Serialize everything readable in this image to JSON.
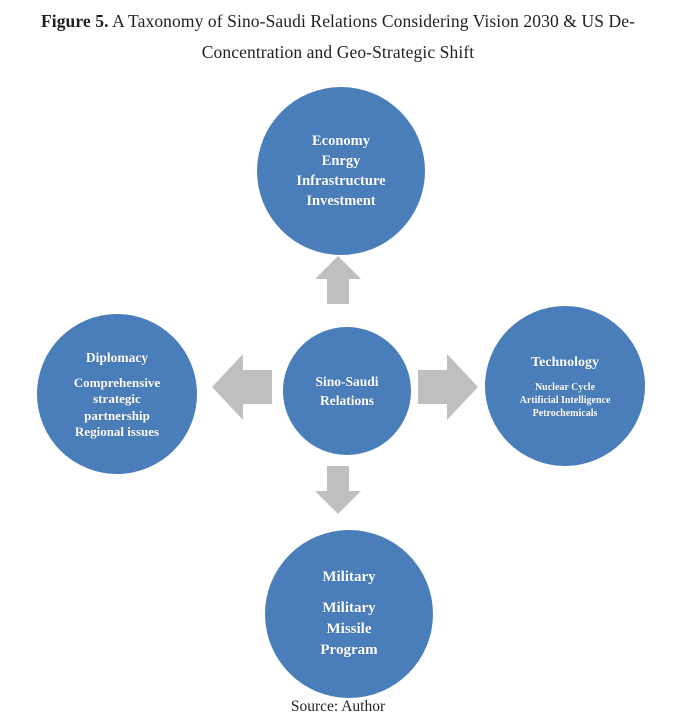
{
  "figure": {
    "label": "Figure 5.",
    "title": " A Taxonomy of Sino-Saudi Relations Considering Vision 2030 & US De-Concentration and Geo-Strategic Shift",
    "source": "Source: Author"
  },
  "colors": {
    "node_fill": "#4A7EBB",
    "node_text": "#FFFFFF",
    "arrow_fill": "#BFBFBF",
    "page_background": "#FFFFFF",
    "title_text": "#231F20"
  },
  "diagram": {
    "type": "hub-and-spoke",
    "center": {
      "name": "Sino-Saudi Relations",
      "lines": [
        "Sino-Saudi",
        "Relations"
      ]
    },
    "nodes": [
      {
        "position": "top",
        "heading": "Economy",
        "lines": [
          "Economy",
          "Enrgy",
          "Infrastructure",
          "Investment"
        ],
        "items": [
          "Enrgy",
          "Infrastructure",
          "Investment"
        ]
      },
      {
        "position": "left",
        "heading": "Diplomacy",
        "lines": [
          "Comprehensive",
          "strategic",
          "partnership",
          "Regional issues"
        ],
        "items": [
          "Comprehensive strategic partnership",
          "Regional issues"
        ]
      },
      {
        "position": "right",
        "heading": "Technology",
        "lines": [
          "Nuclear Cycle",
          "Artificial Intelligence",
          "Petrochemicals"
        ],
        "items": [
          "Nuclear Cycle",
          "Artificial Intelligence",
          "Petrochemicals"
        ]
      },
      {
        "position": "bottom",
        "heading": "Military",
        "lines": [
          "Military",
          "Missile",
          "Program"
        ],
        "items": [
          "Military",
          "Missile",
          "Program"
        ]
      }
    ],
    "arrows": [
      {
        "name": "arrow-up",
        "direction": "up",
        "from": "center",
        "to": "top"
      },
      {
        "name": "arrow-right",
        "direction": "right",
        "from": "center",
        "to": "right"
      },
      {
        "name": "arrow-down",
        "direction": "down",
        "from": "center",
        "to": "bottom"
      },
      {
        "name": "arrow-left",
        "direction": "left",
        "from": "center",
        "to": "left"
      }
    ]
  }
}
